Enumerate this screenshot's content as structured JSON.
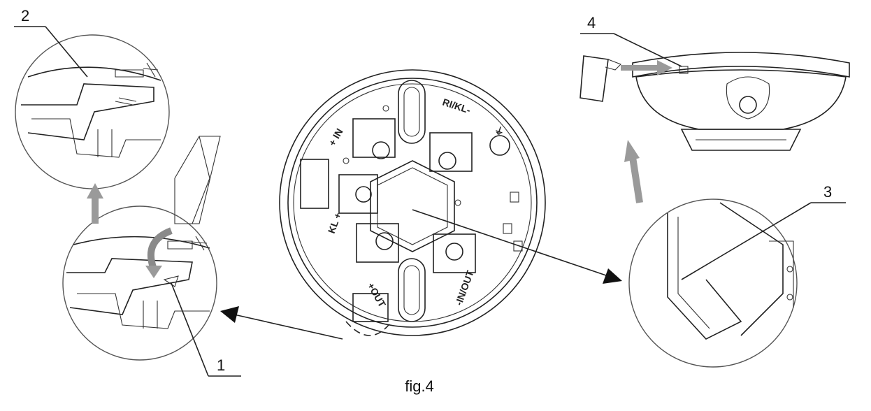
{
  "caption": "fig.4",
  "callouts": {
    "c1": "1",
    "c2": "2",
    "c3": "3",
    "c4": "4"
  },
  "terminals": {
    "in_plus": "+ IN",
    "ri_kl": "RI/KL-",
    "ground": "⏚",
    "kl_plus": "KL +",
    "out_plus": "+OUT",
    "in_out_minus": "-IN/OUT"
  },
  "colors": {
    "line": "#222222",
    "arrow_grey": "#9a9a9a",
    "background": "#ffffff"
  }
}
